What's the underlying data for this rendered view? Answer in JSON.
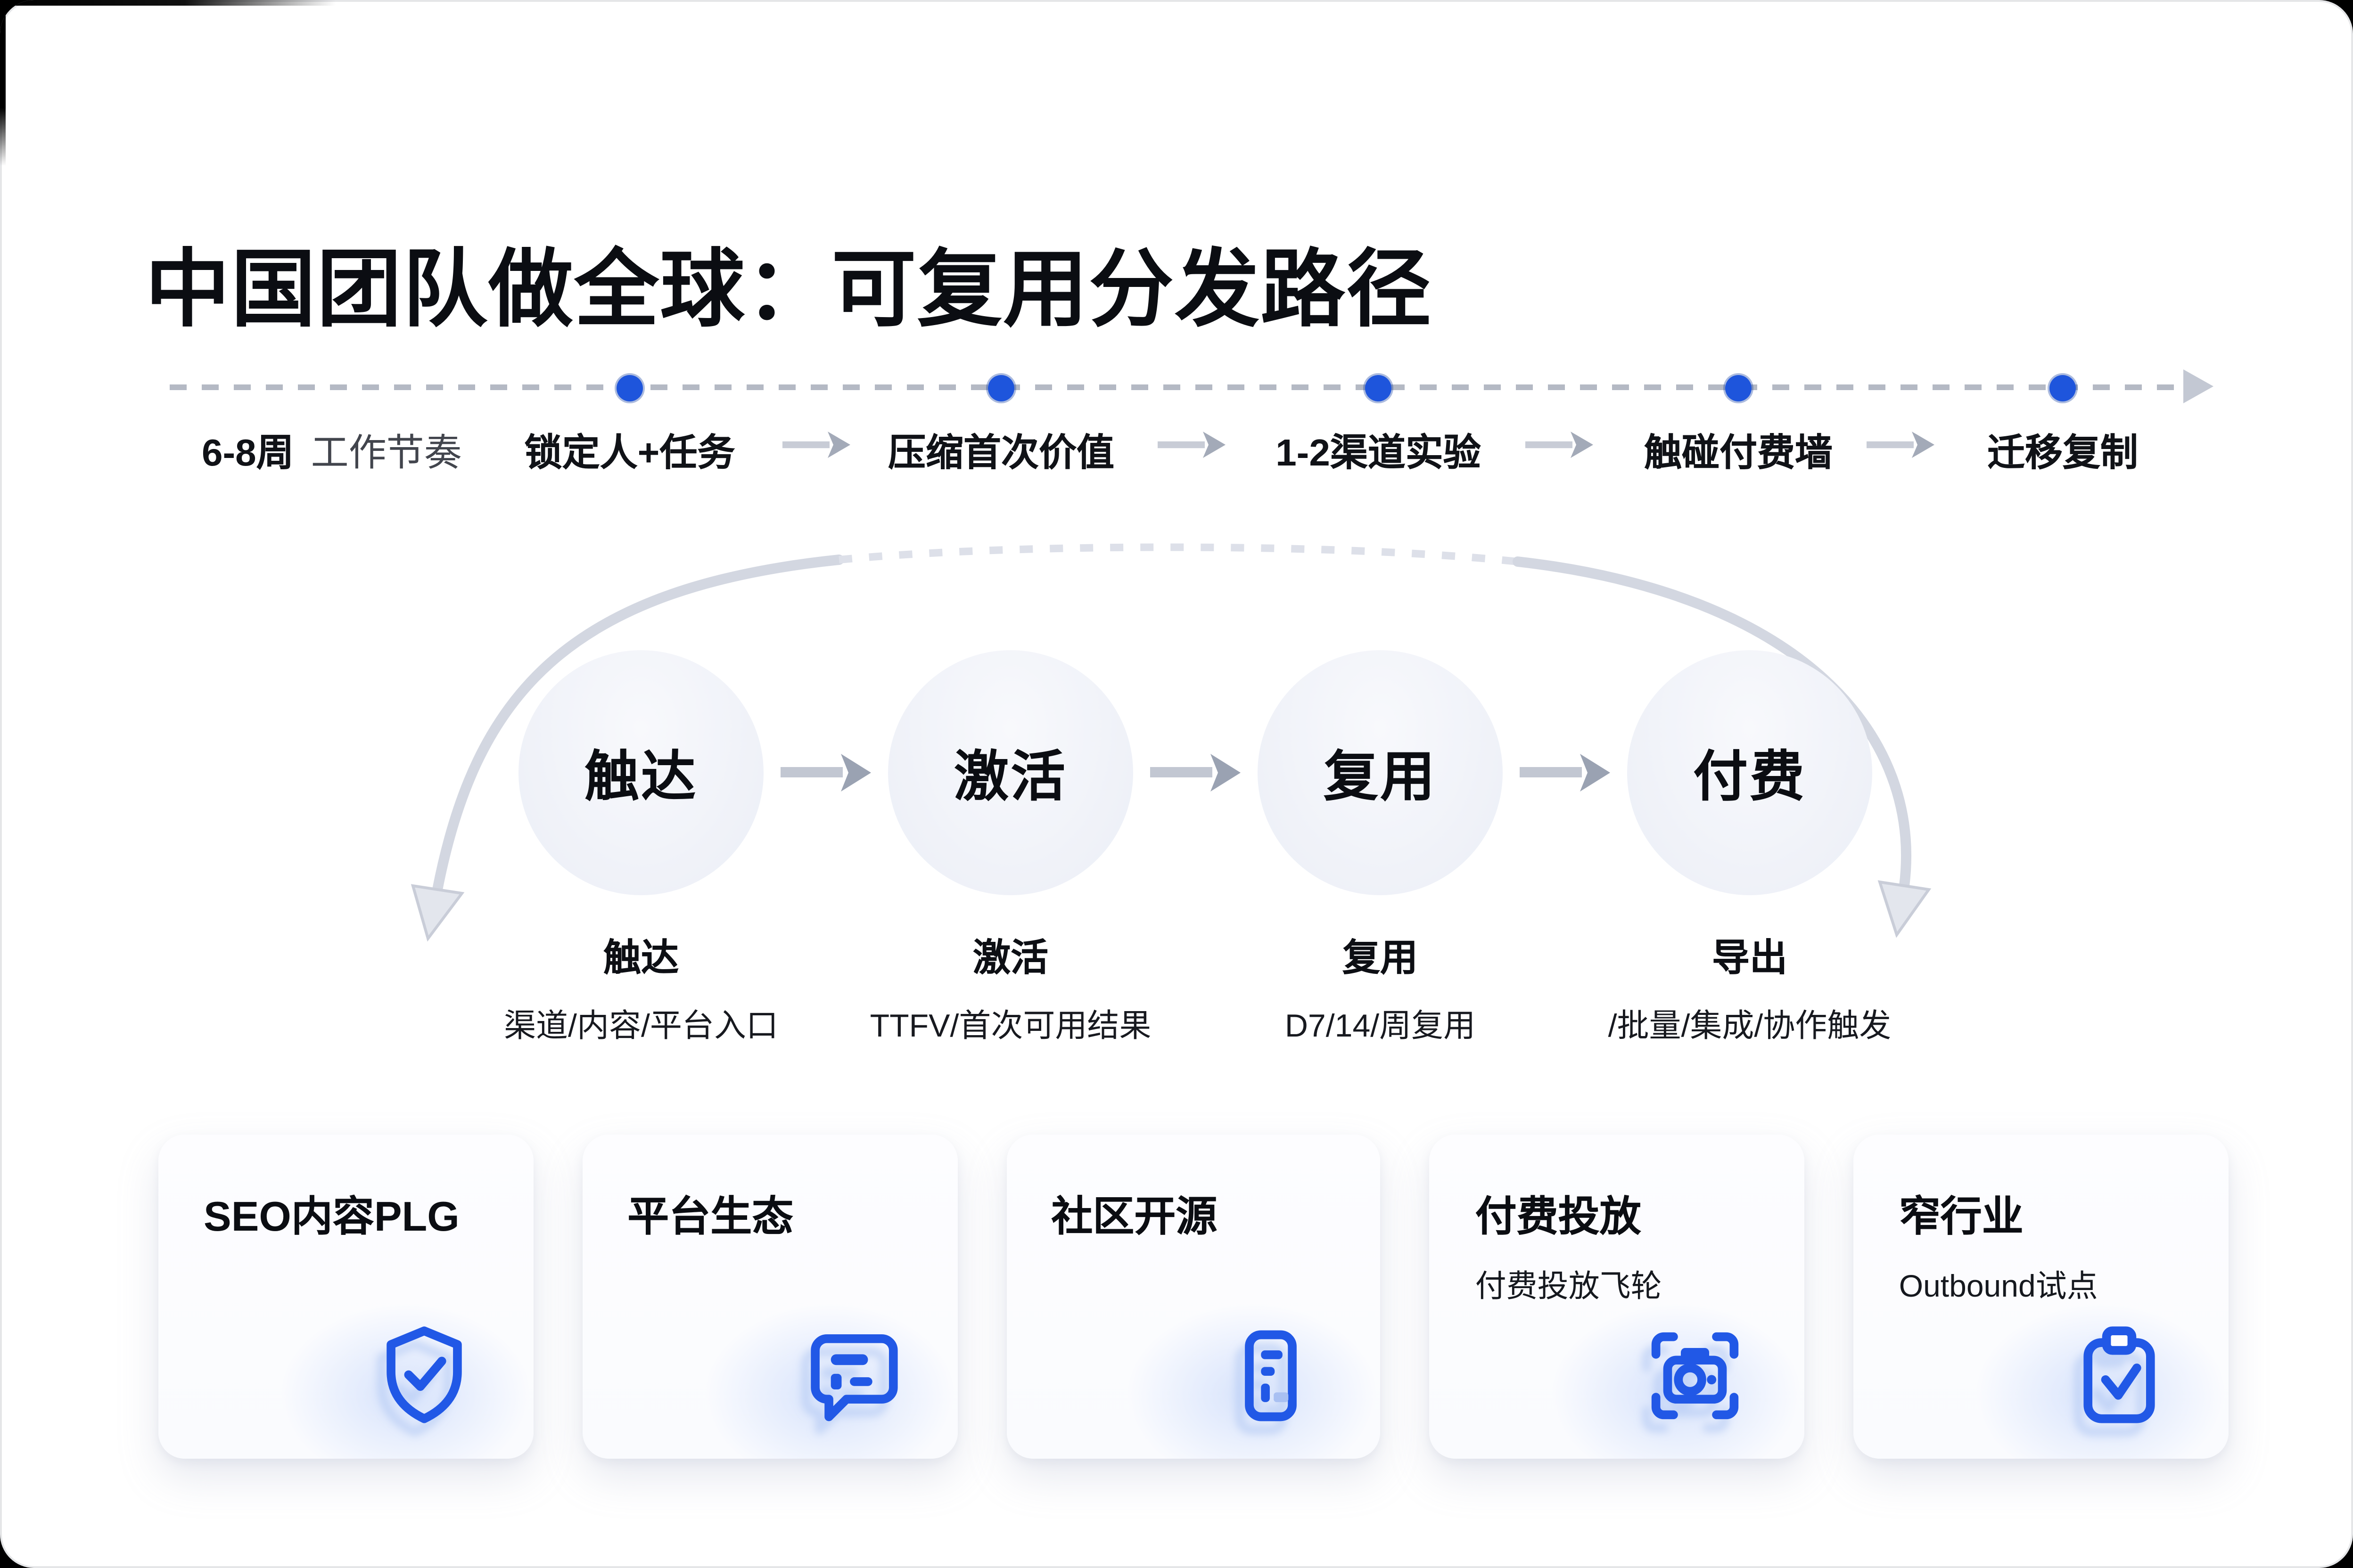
{
  "title": "中国团队做全球：可复用分发路径",
  "timeline": {
    "lead_strong": "6-8周",
    "lead_label": "工作节奏",
    "steps": [
      "锁定人+任务",
      "压缩首次价值",
      "1-2渠道实验",
      "触碰付费墙",
      "迁移复制"
    ]
  },
  "funnel": {
    "stages": [
      {
        "circle": "触达",
        "label": "触达",
        "sub": "渠道/内容/平台入口"
      },
      {
        "circle": "激活",
        "label": "激活",
        "sub": "TTFV/首次可用结果"
      },
      {
        "circle": "复用",
        "label": "复用",
        "sub": "D7/14/周复用"
      },
      {
        "circle": "付费",
        "label": "导出",
        "sub": "/批量/集成/协作触发"
      }
    ]
  },
  "cards": [
    {
      "title": "SEO内容PLG",
      "subtitle": "",
      "icon": "shield-check-icon"
    },
    {
      "title": "平台生态",
      "subtitle": "",
      "icon": "chat-bubble-icon"
    },
    {
      "title": "社区开源",
      "subtitle": "",
      "icon": "document-list-icon"
    },
    {
      "title": "付费投放",
      "subtitle": "付费投放飞轮",
      "icon": "camera-scan-icon"
    },
    {
      "title": "窄行业",
      "subtitle": "Outbound试点",
      "icon": "clipboard-check-icon"
    }
  ],
  "colors": {
    "accent_blue": "#1e55dc",
    "icon_blue": "#2158e6",
    "arrow_gray": "#a9b0bd",
    "dash_gray": "#b4b9c4",
    "circle_fill": "#eff1f7",
    "glow_blue": "#bacffa"
  }
}
